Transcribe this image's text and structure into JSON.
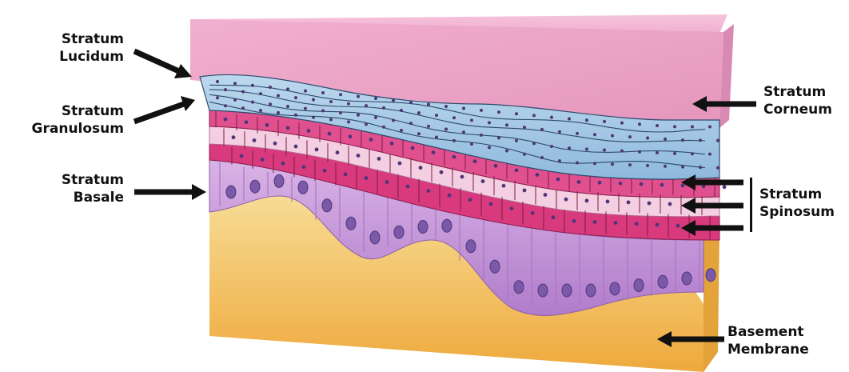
{
  "labels": {
    "lucidum": [
      "Stratum",
      "Lucidum"
    ],
    "granulosum": [
      "Stratum",
      "Granulosum"
    ],
    "basale": [
      "Stratum",
      "Basale"
    ],
    "corneum": [
      "Stratum",
      "Corneum"
    ],
    "spinosum": [
      "Stratum",
      "Spinosum"
    ],
    "basement": [
      "Basement",
      "Membrane"
    ]
  },
  "colors": {
    "corneum_top": "#f2b4d2",
    "corneum_front": "#eba3c6",
    "corneum_side": "#d980ab",
    "lucidum_cells": "#a9cce6",
    "granulosum_light": "#f3cbe0",
    "granulosum_pink": "#e0508f",
    "spinosum_pink": "#d9357a",
    "basale_cells": "#c99ad8",
    "nucleus": "#7a5aa8",
    "membrane_top": "#f7d98a",
    "membrane_front": "#f2b94a",
    "arrow": "#111111"
  }
}
